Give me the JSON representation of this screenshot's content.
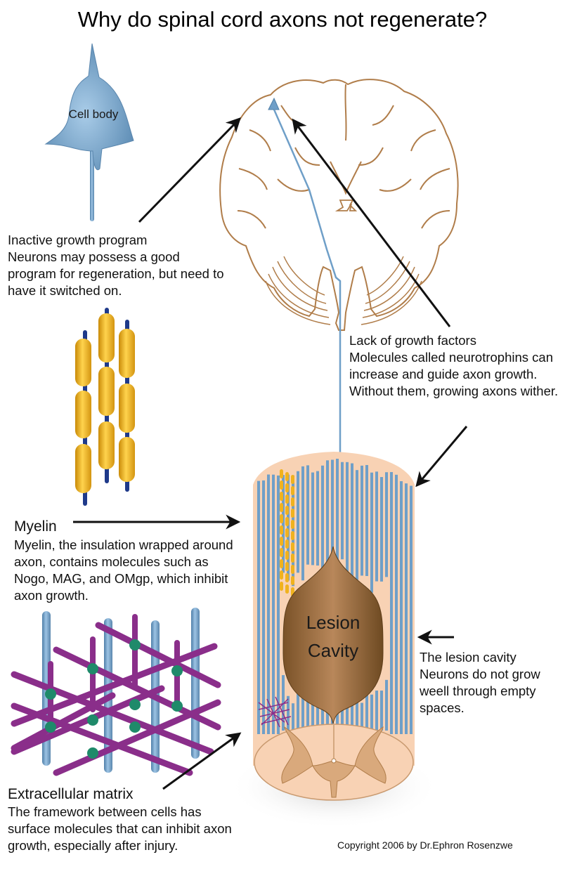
{
  "title": "Why do spinal cord axons not regenerate?",
  "illustrations": {
    "cell_body_label": "Cell body",
    "lesion_label_line1": "Lesion",
    "lesion_label_line2": "Cavity"
  },
  "callouts": {
    "growth_program": {
      "heading": "Inactive growth program",
      "body": "Neurons may possess a good program for regeneration, but need to have it switched on."
    },
    "growth_factors": {
      "heading": "Lack of growth factors",
      "body": "Molecules called neurotrophins can increase and guide axon growth. Without them, growing axons wither."
    },
    "myelin": {
      "heading": "Myelin",
      "body": "Myelin, the insulation wrapped around axon, contains molecules such as Nogo, MAG, and OMgp, which inhibit axon growth."
    },
    "lesion_cavity": {
      "heading": "The lesion cavity",
      "body": "Neurons do not grow weell through empty spaces."
    },
    "extracellular_matrix": {
      "heading": "Extracellular matrix",
      "body": "The framework between cells has surface molecules that can inhibit axon growth, especially after injury."
    }
  },
  "copyright": "Copyright 2006 by Dr.Ephron Rosenzwe",
  "colors": {
    "axon_blue": "#6f9fc8",
    "myelin_yellow": "#f0b21e",
    "node_navy": "#1f3a8a",
    "brain_outline": "#b07d4a",
    "cord_tissue": "#f8d2b4",
    "gray_matter": "#d9a97c",
    "lesion_brown": "#8c6437",
    "matrix_purple": "#8a2e8a",
    "matrix_node_green": "#1f8a6a"
  }
}
